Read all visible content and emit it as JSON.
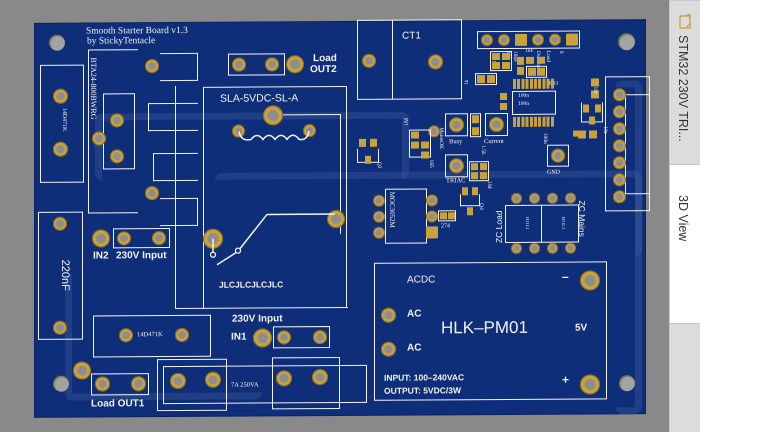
{
  "window": {
    "sidebar_tabs": [
      {
        "label": "STM32 230V TRI...",
        "icon": "pcb-document-icon",
        "active": false
      },
      {
        "label": "3D View",
        "active": true
      }
    ]
  },
  "board": {
    "title_line1": "Smooth Starter Board v1.3",
    "title_line2": "by StickyTentacle",
    "colors": {
      "solder_mask": "#0f2e7a",
      "silkscreen": "#f2f2f2",
      "copper_pad": "#c9a23a",
      "background": "#898989"
    },
    "labels": {
      "triac": "BTA24-800BWRG",
      "varistor_top": "14D471K",
      "load_out2_l1": "Load",
      "load_out2_l2": "OUT2",
      "relay": "SLA-5VDC-SL-A",
      "relay_mark": "JLCJLCJLCJLC",
      "ct": "CT1",
      "cap": "220nF",
      "in2": "IN2",
      "in2_label": "230V  Input",
      "varistor_bottom": "14D471K",
      "in1_title": "230V Input",
      "in1": "IN1",
      "fuse": "7A 250VA",
      "load_out1": "Load OUT1",
      "optocoupler": "MOC3052M",
      "r_274": "274",
      "q2": "Q2",
      "q4": "Q4",
      "r_1m": "1M",
      "r_165": "165",
      "mains_ok": "MainsOK",
      "busy": "Busy",
      "current": "Current",
      "triac_led": "TRIAC",
      "r_15k": "1.5k",
      "r_1m_2": "1M",
      "gnd": "GND",
      "r_1k": "1k",
      "r_10k_top": "10k",
      "r_10k_2": "10k",
      "c_10uf": "10uF",
      "c_1uf": "1uF",
      "overload": "Overload",
      "load": "Load",
      "s": "S",
      "fb1": "FB1",
      "c_100n_1": "100n",
      "c_100n_2": "100n",
      "c_100n_3": "100n",
      "r_10r": "10r",
      "r_10r_2": "10r",
      "zc_load": "ZC Load",
      "zc_mains": "ZC Mains",
      "opto1": "H11L1",
      "opto2": "H11L1",
      "psu_acdc": "ACDC",
      "psu_ac1": "AC",
      "psu_ac2": "AC",
      "psu_name": "HLK–PM01",
      "psu_5v": "5V",
      "psu_minus": "–",
      "psu_plus": "+",
      "psu_input": "INPUT: 100–240VAC",
      "psu_output": "OUTPUT: 5VDC/3W"
    }
  }
}
